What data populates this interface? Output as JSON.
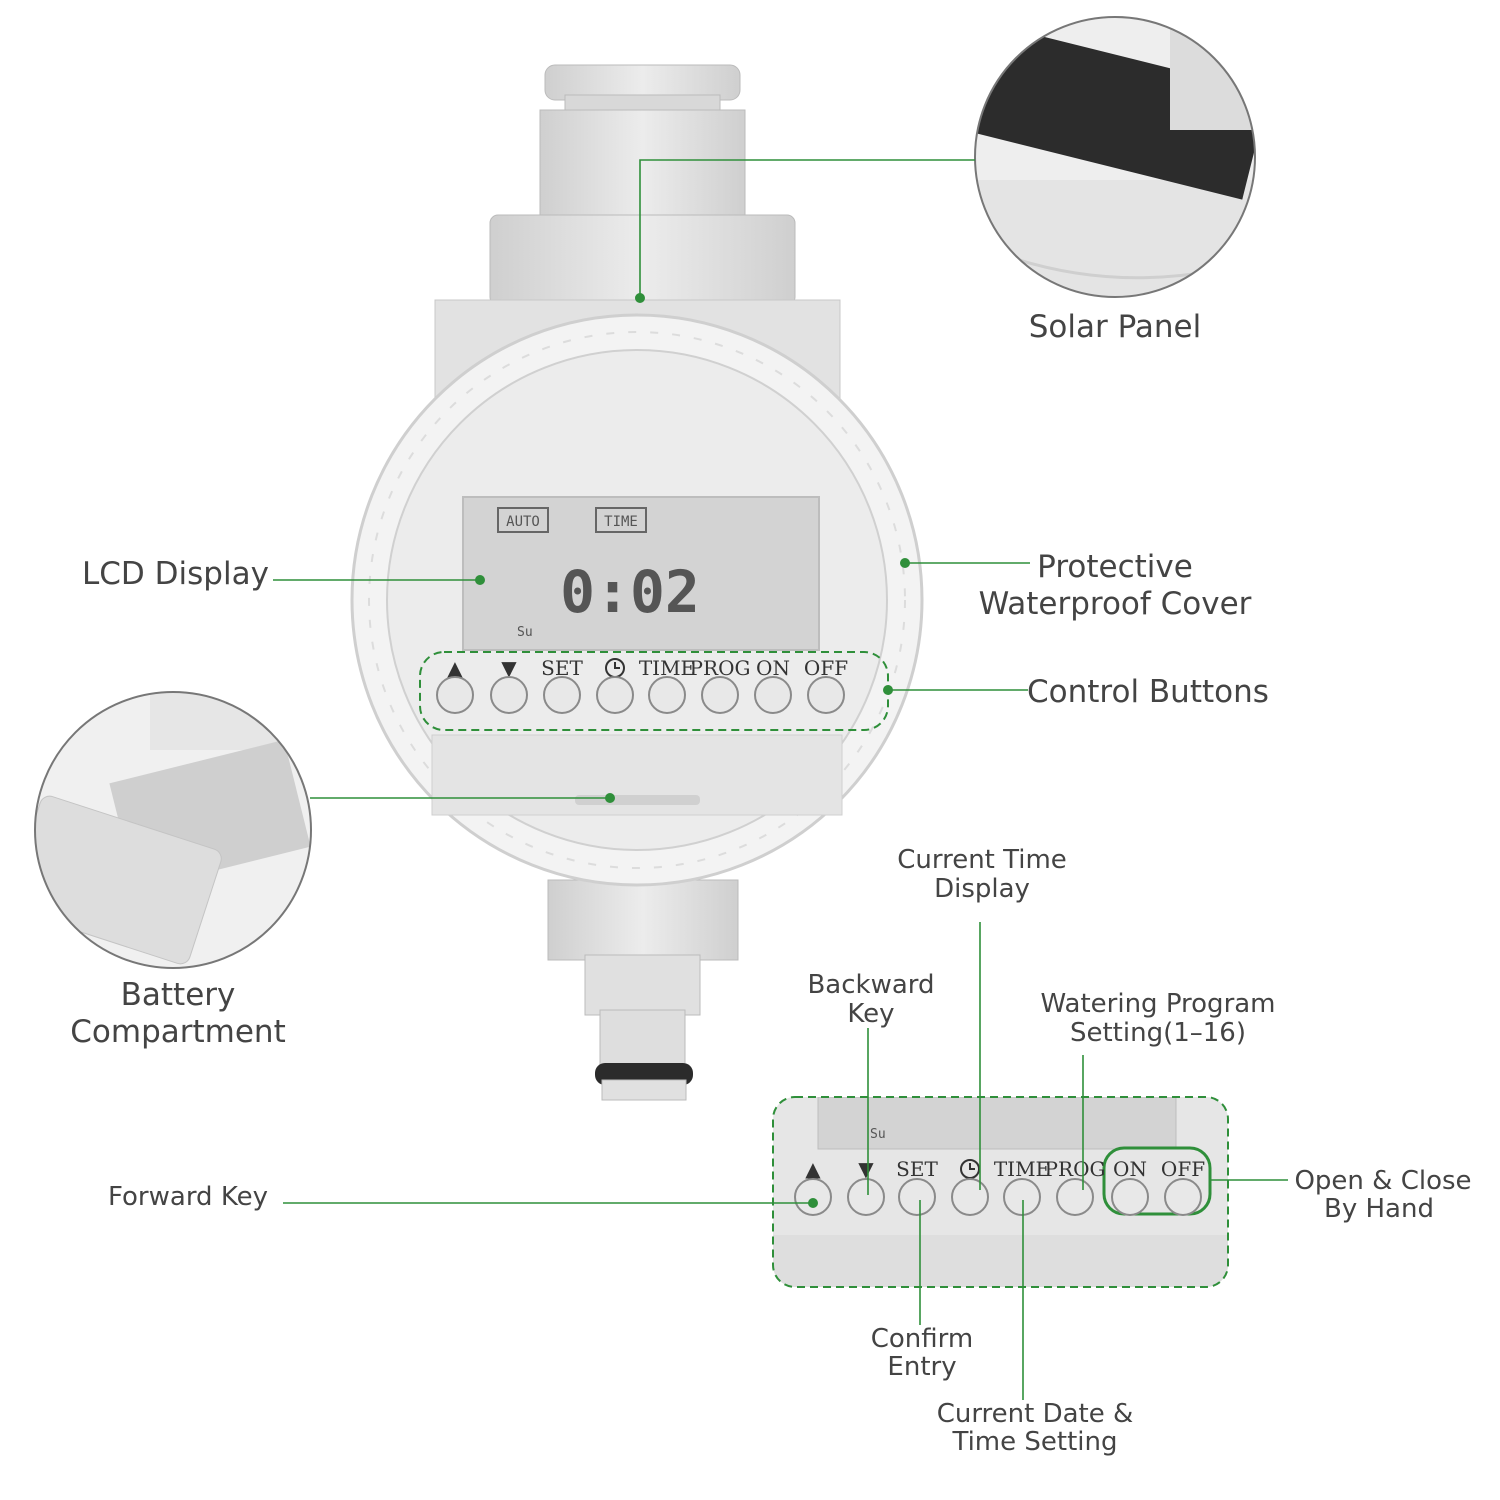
{
  "colors": {
    "accent": "#2f8f3a",
    "body": "#e6e6e6",
    "lcd": "#d3d3d3",
    "text": "#444444"
  },
  "lcd": {
    "mode_auto": "AUTO",
    "mode_time": "TIME",
    "time": "0:02",
    "day": "Su"
  },
  "buttons": {
    "up": "▲",
    "down": "▼",
    "set": "SET",
    "clock": "clock-icon",
    "time": "TIME",
    "prog": "PROG",
    "on": "ON",
    "off": "OFF"
  },
  "callouts": {
    "solar_panel": "Solar Panel",
    "lcd_display": "LCD Display",
    "protective_cover_1": "Protective",
    "protective_cover_2": "Waterproof Cover",
    "control_buttons": "Control Buttons",
    "battery_1": "Battery",
    "battery_2": "Compartment",
    "current_time_1": "Current Time",
    "current_time_2": "Display",
    "backward_key_1": "Backward",
    "backward_key_2": "Key",
    "watering_program_1": "Watering Program",
    "watering_program_2": "Setting(1–16)",
    "forward_key": "Forward Key",
    "open_close_1": "Open & Close",
    "open_close_2": "By Hand",
    "confirm_entry_1": "Confirm",
    "confirm_entry_2": "Entry",
    "date_time_setting_1": "Current Date &",
    "date_time_setting_2": "Time Setting"
  }
}
